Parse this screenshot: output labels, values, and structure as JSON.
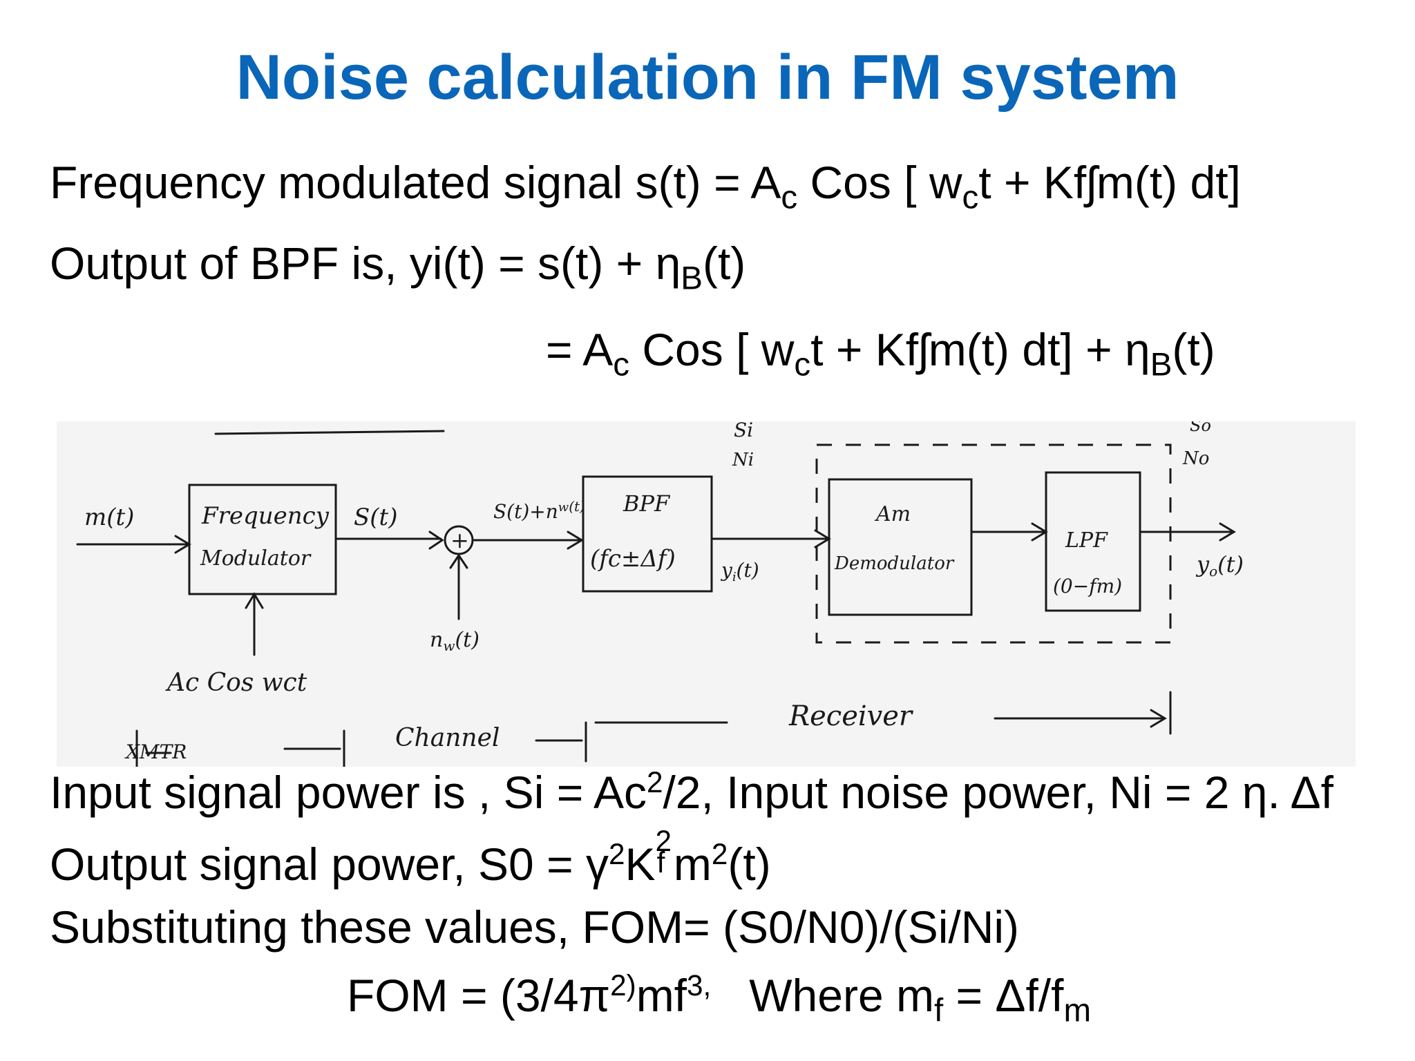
{
  "title": "Noise calculation in FM system",
  "line1": {
    "prefix": "Frequency modulated signal s(t) = A",
    "sub1": "c",
    "mid": " Cos [ w",
    "sub2": "c",
    "suffix": "t + Kfʃm(t) dt]"
  },
  "line2": {
    "prefix": "Output of BPF is, yi(t) = s(t) + η",
    "sub1": "B",
    "suffix": "(t)"
  },
  "line3": {
    "prefix": "= A",
    "sub1": "c",
    "mid": " Cos [ w",
    "sub2": "c",
    "mid2": "t + Kfʃm(t) dt] + η",
    "sub3": "B",
    "suffix": "(t)"
  },
  "diagram": {
    "m_t": "m(t)",
    "freq_mod_line1": "Frequency",
    "freq_mod_line2": "Modulator",
    "s_t": "S(t)",
    "adder": "+",
    "sum_label": "S(t)+n",
    "sum_label_sup": "w",
    "sum_label_t": "(t)",
    "n_t": "n",
    "n_t_sub": "w",
    "n_t_end": "(t)",
    "bpf_line1": "BPF",
    "bpf_line2": "(fc±Δf)",
    "si": "Si",
    "ni": "Ni",
    "yi_t": "y",
    "yi_t_sub": "i",
    "yi_t_end": "(t)",
    "demod_line1": "Am",
    "demod_line2": "Demodulator",
    "lpf_line1": "LPF",
    "lpf_line2": "(0−fm)",
    "so": "So",
    "no": "No",
    "yo_t": "y",
    "yo_t_sub": "o",
    "yo_t_end": "(t)",
    "carrier": "Ac Cos wct",
    "xmtr": "XMTR",
    "channel": "Channel",
    "receiver": "Receiver"
  },
  "line4": {
    "prefix": "Input signal power is , Si = Ac",
    "sup1": "2",
    "suffix": "/2, Input noise power, Ni = 2 η. Δf"
  },
  "line5": {
    "prefix": "Output signal power, S0 = γ",
    "sup1": "2",
    "mid": "K",
    "stack_sup": "2",
    "stack_sub": "f",
    "mid2": "m",
    "sup2": "2",
    "suffix": "(t)"
  },
  "line6": {
    "text": "Substituting these values, FOM= (S0/N0)/(Si/Ni)"
  },
  "line7": {
    "prefix": "FOM = (3/4π",
    "sup1": "2)",
    "mid": "mf",
    "sup2": "3,",
    "gap": "   Where m",
    "sub1": "f",
    "mid2": " = Δf/f",
    "sub2": "m"
  }
}
